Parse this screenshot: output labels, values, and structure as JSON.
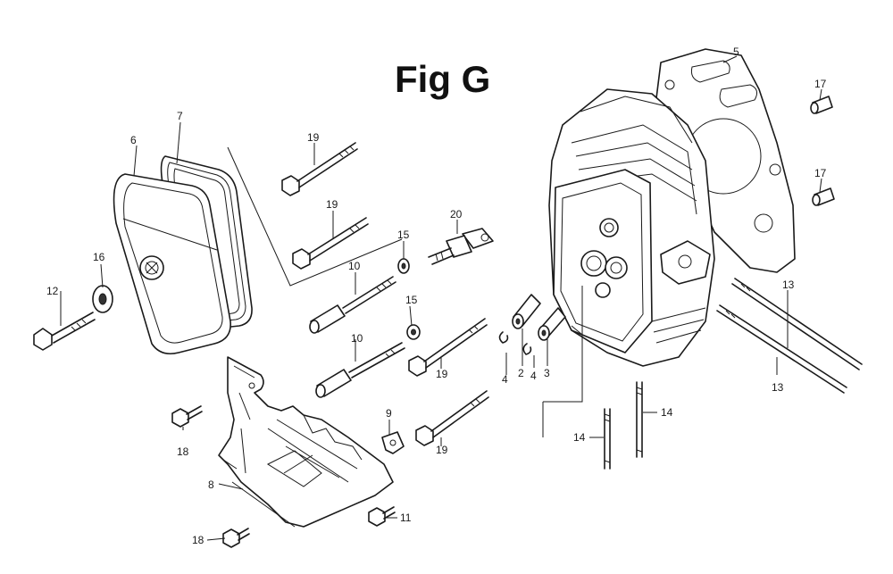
{
  "figure": {
    "title": "Fig G"
  },
  "callouts": {
    "c2": "2",
    "c3": "3",
    "c4a": "4",
    "c4b": "4",
    "c5": "5",
    "c6": "6",
    "c7": "7",
    "c8": "8",
    "c9": "9",
    "c10a": "10",
    "c10b": "10",
    "c11": "11",
    "c12": "12",
    "c13a": "13",
    "c13b": "13",
    "c14a": "14",
    "c14b": "14",
    "c15a": "15",
    "c15b": "15",
    "c16": "16",
    "c17a": "17",
    "c17b": "17",
    "c18a": "18",
    "c18b": "18",
    "c19a": "19",
    "c19b": "19",
    "c19c": "19",
    "c19d": "19",
    "c20": "20"
  }
}
